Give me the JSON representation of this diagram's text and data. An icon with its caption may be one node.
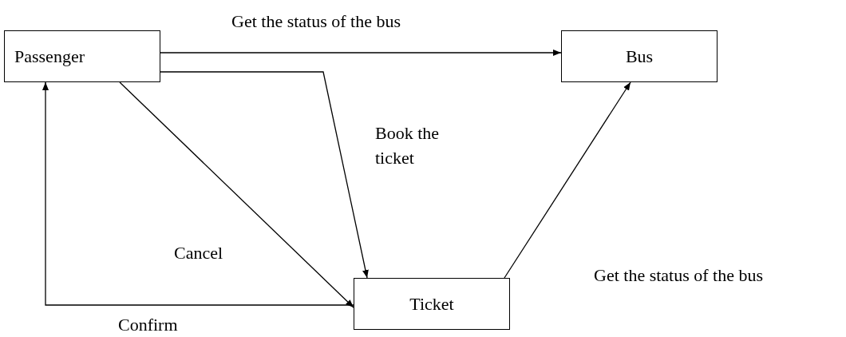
{
  "diagram": {
    "nodes": [
      {
        "text": [
          "Passenger"
        ]
      },
      {
        "text": [
          "Bus"
        ]
      },
      {
        "text": [
          "Ticket"
        ]
      }
    ],
    "edges": [
      {
        "from": 0,
        "to": 1,
        "arrow": "to",
        "label": "Get the status of the bus"
      },
      {
        "from": 0,
        "to": 2,
        "arrow": "to",
        "label": "Book the ticket"
      },
      {
        "from": 0,
        "to": 2,
        "arrow": "to",
        "label": "Cancel"
      },
      {
        "from": 2,
        "to": 0,
        "arrow": "to",
        "label": "Confirm"
      },
      {
        "from": 2,
        "to": 1,
        "arrow": "to",
        "label": "Get the status of the bus"
      }
    ]
  }
}
